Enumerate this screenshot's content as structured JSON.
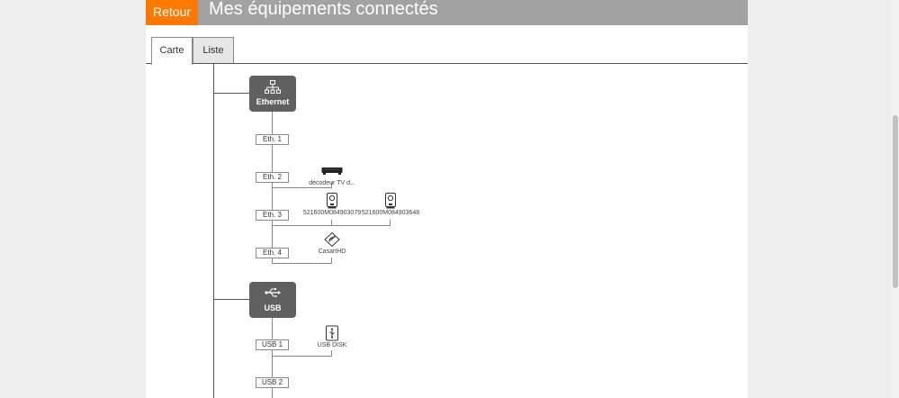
{
  "header": {
    "back_label": "Retour",
    "title": "Mes équipements connectés"
  },
  "tabs": [
    {
      "label": "Carte",
      "active": true
    },
    {
      "label": "Liste",
      "active": false
    }
  ],
  "ethernet": {
    "label": "Ethernet",
    "icon": "network-icon",
    "ports": [
      {
        "label": "Eth. 1",
        "devices": []
      },
      {
        "label": "Eth. 2",
        "devices": [
          {
            "label": "décodeur TV d...",
            "icon": "tv-decoder-icon"
          }
        ]
      },
      {
        "label": "Eth. 3",
        "devices": [
          {
            "label": "521600M084903079",
            "icon": "plc-adapter-icon"
          },
          {
            "label": "521600M084903648",
            "icon": "plc-adapter-icon"
          }
        ]
      },
      {
        "label": "Eth. 4",
        "devices": [
          {
            "label": "CasartHD",
            "icon": "satellite-icon"
          }
        ]
      }
    ]
  },
  "usb": {
    "label": "USB",
    "icon": "usb-icon",
    "ports": [
      {
        "label": "USB 1",
        "devices": [
          {
            "label": "USB DISK",
            "icon": "usb-stick-icon"
          }
        ]
      },
      {
        "label": "USB 2",
        "devices": []
      }
    ]
  },
  "colors": {
    "accent": "#ff7900",
    "header_bg": "#a2a2a2",
    "block_bg": "#606060"
  }
}
